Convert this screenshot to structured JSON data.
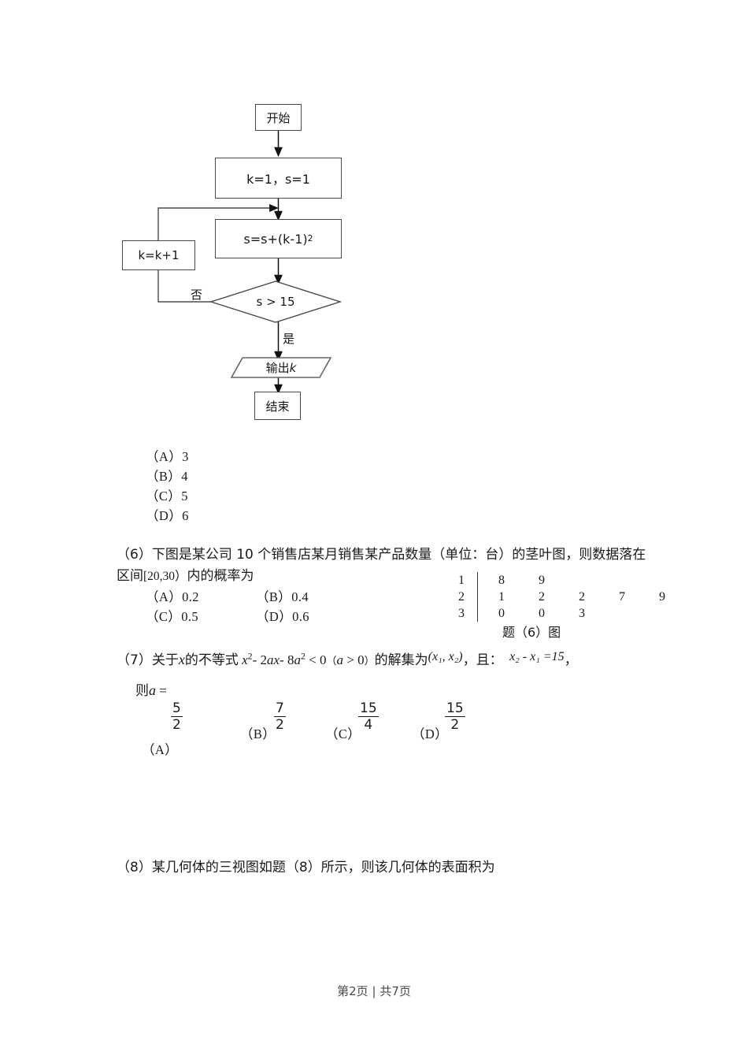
{
  "flowchart": {
    "caption": "",
    "nodes": [
      {
        "id": "start",
        "label": "开始",
        "shape": "rect"
      },
      {
        "id": "init",
        "label": "k=1，s=1",
        "shape": "rect"
      },
      {
        "id": "process",
        "label": "s=s+(k-1)",
        "exponent": "2",
        "shape": "rect"
      },
      {
        "id": "increment",
        "label": "k=k+1",
        "shape": "rect"
      },
      {
        "id": "decision",
        "label": "s > 15",
        "shape": "diamond"
      },
      {
        "id": "output",
        "label": "输出",
        "variable": "k",
        "shape": "parallelogram"
      },
      {
        "id": "end",
        "label": "结束",
        "shape": "rect"
      }
    ],
    "edge_labels": {
      "no": "否",
      "yes": "是"
    }
  },
  "q5_options": [
    {
      "label": "（A）",
      "value": "3"
    },
    {
      "label": "（B）",
      "value": "4"
    },
    {
      "label": "（C）",
      "value": "5"
    },
    {
      "label": "（D）",
      "value": "6"
    }
  ],
  "q6": {
    "line1": "（6）下图是某公司 10 个销售店某月销售某产品数量（单位：台）的茎叶图，则数据落在",
    "line2_prefix": "区间",
    "line2_interval": "[20,30）",
    "line2_suffix": "内的概率为",
    "options": [
      {
        "label": "（A）",
        "value": "0.2"
      },
      {
        "label": "（B）",
        "value": "0.4"
      },
      {
        "label": "（C）",
        "value": "0.5"
      },
      {
        "label": "（D）",
        "value": "0.6"
      }
    ],
    "stem_leaf": {
      "caption": "题（6）图",
      "rows": [
        {
          "stem": "1",
          "leaves": [
            "8",
            "9"
          ]
        },
        {
          "stem": "2",
          "leaves": [
            "1",
            "2",
            "2",
            "7",
            "9"
          ]
        },
        {
          "stem": "3",
          "leaves": [
            "0",
            "0",
            "3"
          ]
        }
      ]
    }
  },
  "q7": {
    "prefix": "（7）关于",
    "var_x": "x",
    "mid1": "的不等式",
    "expr_x2": "x",
    "expr_x2_sup": "2",
    "expr_minus1": "- 2",
    "expr_ax": "ax",
    "expr_minus2": "- 8",
    "expr_a2": "a",
    "expr_a2_sup": "2",
    "expr_lt": "< 0",
    "cond_open": "（",
    "cond_a": "a",
    "cond_gt": "> 0",
    "cond_close": "）",
    "mid2": "的解集为",
    "solution_set": "(x₁, x₂)",
    "comma1": "，",
    "and_label": "且：",
    "diff_expr": "x₂ - x₁ =15",
    "comma2": "，",
    "line2": "则",
    "line2_a": "a",
    "line2_eq": "=",
    "options": [
      {
        "label": "（A）",
        "num": "5",
        "den": "2"
      },
      {
        "label": "（B）",
        "num": "7",
        "den": "2"
      },
      {
        "label": "（C）",
        "num": "15",
        "den": "4"
      },
      {
        "label": "（D）",
        "num": "15",
        "den": "2"
      }
    ]
  },
  "q8": {
    "text": "（8）某几何体的三视图如题（8）所示，则该几何体的表面积为"
  },
  "footer": {
    "page_label": "第2页",
    "separator": "|",
    "total_label": "共7页"
  }
}
